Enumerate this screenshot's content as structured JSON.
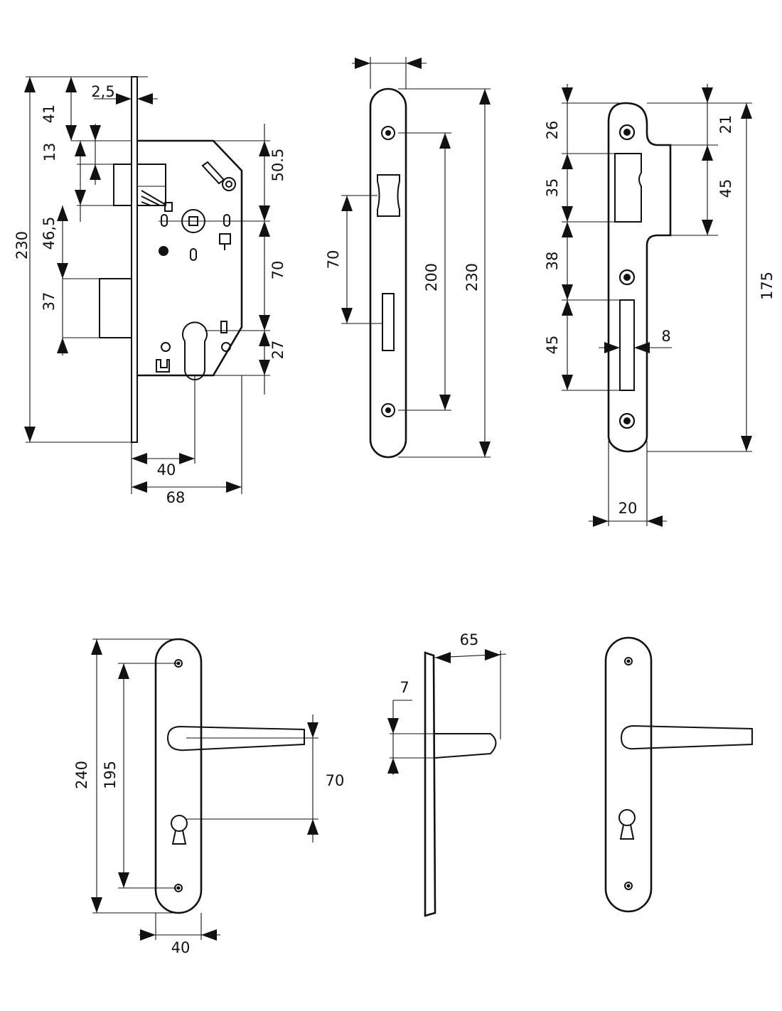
{
  "colors": {
    "line": "#111111",
    "background": "#ffffff"
  },
  "mortise_lock_side": {
    "faceplate_thickness": "2,5",
    "top_to_latch": "41",
    "latch_height": "13",
    "latch_to_bolt": "46,5",
    "bolt_height": "37",
    "overall_height": "230",
    "case_top_to_follower": "50.5",
    "follower_to_cylinder": "70",
    "cylinder_to_case_bottom": "27",
    "backset": "40",
    "case_depth": "68"
  },
  "faceplate": {
    "width_arrow": "",
    "latch_bolt_spacing": "70",
    "screw_spacing": "200",
    "overall_height": "230"
  },
  "strike_plate": {
    "top_offset_left": "26",
    "latch_opening": "35",
    "between_openings": "38",
    "bolt_opening": "45",
    "bolt_opening_width": "8",
    "top_offset_right": "21",
    "lip_height": "45",
    "overall_height": "175",
    "width": "20"
  },
  "handle_front": {
    "plate_height": "240",
    "screw_spacing": "195",
    "handle_to_cylinder": "70",
    "plate_width": "40"
  },
  "handle_side": {
    "projection": "65",
    "grip_thickness": "7"
  }
}
